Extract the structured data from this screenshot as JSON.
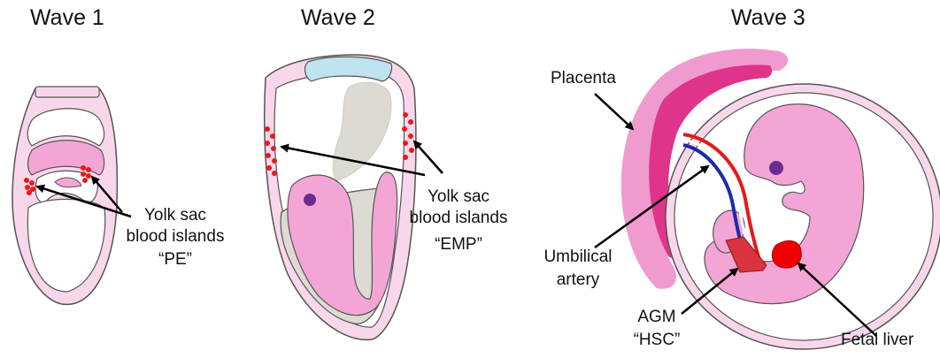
{
  "panels": [
    {
      "title": "Wave 1",
      "label_lines": [
        "Yolk sac",
        "blood islands",
        "“PE”"
      ]
    },
    {
      "title": "Wave 2",
      "label_lines": [
        "Yolk sac",
        "blood islands",
        "“EMP”"
      ]
    },
    {
      "title": "Wave 3",
      "labels": {
        "placenta": "Placenta",
        "umbilical_line1": "Umbilical",
        "umbilical_line2": "artery",
        "agm": "AGM",
        "hsc": "“HSC”",
        "fetal_liver": "Fetal liver"
      }
    }
  ],
  "colors": {
    "tissue_pink": "#f3a6d5",
    "light_pink": "#f9d7ea",
    "dark_pink": "#e0348a",
    "placenta_pink": "#ef9bcf",
    "outline": "#555555",
    "blood_red": "#e81a1a",
    "cavity_gray": "#dddad4",
    "cone_blue": "#bfe3ef",
    "artery_red": "#e31b1b",
    "artery_blue": "#1f2aa8",
    "eye_purple": "#6b2c91",
    "agm_red": "#d8333f"
  }
}
